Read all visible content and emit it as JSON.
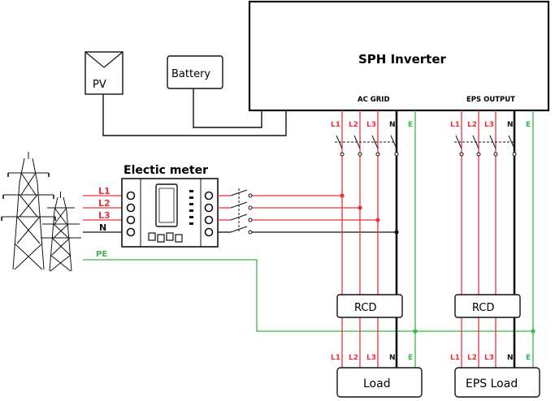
{
  "inverter": {
    "title": "SPH Inverter",
    "ac_grid": "AC GRID",
    "eps_output": "EPS OUTPUT"
  },
  "pv": {
    "label": "PV"
  },
  "battery": {
    "label": "Battery"
  },
  "meter": {
    "title": "Electic meter"
  },
  "grid_lines": {
    "l1": "L1",
    "l2": "L2",
    "l3": "L3",
    "n": "N",
    "pe": "PE"
  },
  "terminals": {
    "l1": "L1",
    "l2": "L2",
    "l3": "L3",
    "n": "N",
    "e": "E"
  },
  "rcd": {
    "left": "RCD",
    "right": "RCD"
  },
  "load": {
    "left": "Load",
    "right": "EPS Load"
  },
  "colors": {
    "phase": "#e8323c",
    "earth": "#3db54a",
    "neutral": "#111111"
  }
}
